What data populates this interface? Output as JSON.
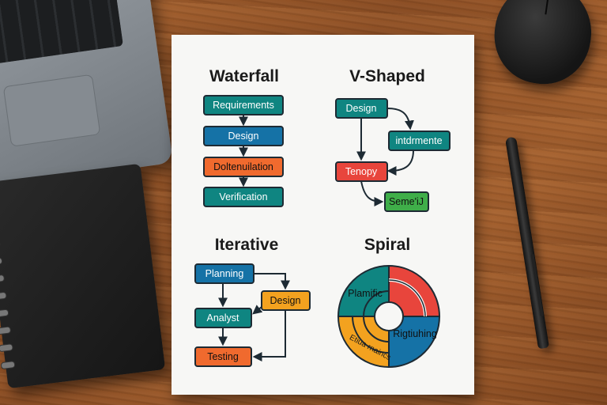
{
  "colors": {
    "teal": "#0f8581",
    "blue": "#1572a6",
    "orange": "#f06a2e",
    "amber": "#f3a21f",
    "red": "#e8453c",
    "green": "#3fae49",
    "outline": "#1d2a33"
  },
  "waterfall": {
    "title": "Waterfall",
    "steps": [
      "Requirements",
      "Design",
      "Doltenuilation",
      "Verification"
    ]
  },
  "vshaped": {
    "title": "V-Shaped",
    "steps": [
      "Design",
      "intdrmente",
      "Tenopy",
      "Seme'iJ"
    ]
  },
  "iterative": {
    "title": "Iterative",
    "steps": [
      "Planning",
      "Design",
      "Analyst",
      "Testing"
    ]
  },
  "spiral": {
    "title": "Spiral",
    "labels": [
      "Plamific",
      "Rigtiuhing",
      "Etiua rnaincs"
    ]
  },
  "icons": [
    "laptop-icon",
    "notebook-icon",
    "mouse-icon",
    "pen-icon"
  ]
}
